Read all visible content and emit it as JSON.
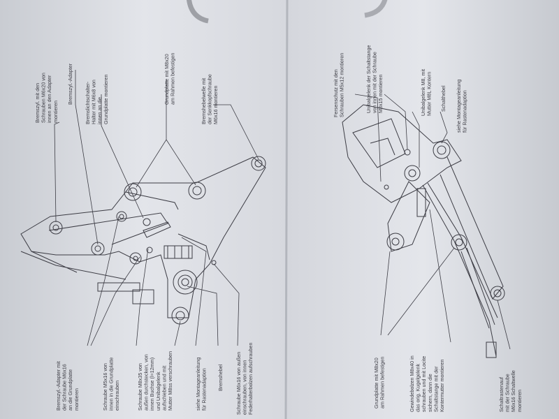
{
  "left_page": {
    "labels": [
      {
        "id": "bremszyl-schrauben",
        "lines": [
          "Bremszyl. mit den",
          "Schrauben M6x20 von",
          "innen an den Adapter",
          "montieren"
        ]
      },
      {
        "id": "bremszyl-adapter",
        "lines": [
          "Bremszyl.-Adapter"
        ]
      },
      {
        "id": "bremslichtschalter",
        "lines": [
          "Bremslichtschalter-",
          "Halter mit M6x8 von",
          "innen an die",
          "Grundplatte montieren"
        ]
      },
      {
        "id": "grundplatte",
        "lines": [
          "Grundplatte mit M8x20",
          "am Rahmen befestigen"
        ]
      },
      {
        "id": "bremshebelwelle",
        "lines": [
          "Bremshebelwelle mit",
          "der Senkkopfschraube",
          "M6x16 montieren"
        ]
      },
      {
        "id": "adapter-schraube",
        "lines": [
          "Bremszyl.-Adapter mit",
          "der Schraube M6x16",
          "an die Grundplatte",
          "montieren"
        ]
      },
      {
        "id": "schraube-m5",
        "lines": [
          "Schraube M5x16 von",
          "innen in die Grundplatte",
          "einschrauben"
        ]
      },
      {
        "id": "schraube-m8",
        "lines": [
          "Schraube M8x35 von",
          "außen durchstecken, von",
          "innen Buchse (l=12mm)",
          "und Unibalgelenk",
          "aufschieben und mit",
          "Mutter M8ss verschrauben"
        ]
      },
      {
        "id": "montageanleitung-l",
        "lines": [
          "siehe Montageanleitung",
          "für Rastenadaption"
        ]
      },
      {
        "id": "bremshebel",
        "lines": [
          "Bremshebel"
        ]
      },
      {
        "id": "schraube-m6",
        "lines": [
          "Schraube M6x16 von außen",
          "einschrauben, von innen",
          "Federhalterbolzen aufschrauben"
        ]
      }
    ]
  },
  "right_page": {
    "labels": [
      {
        "id": "fersenschutz",
        "lines": [
          "Fersenschutz mit den",
          "Schrauben M5x12 montieren"
        ]
      },
      {
        "id": "unibalgelenk-schaltstange",
        "lines": [
          "Unibalgelenk der Schaltstange",
          "von innen mit der Schraube",
          "M8x15 montieren"
        ]
      },
      {
        "id": "unibalgelenk-m8",
        "lines": [
          "Unibalgelenk M8, mit",
          "Mutter M8L Kontern"
        ]
      },
      {
        "id": "schalthebel",
        "lines": [
          "Schalthebel"
        ]
      },
      {
        "id": "montageanleitung-r",
        "lines": [
          "siehe Montageanleitung",
          "für Rastenadaption"
        ]
      },
      {
        "id": "grundplatte-r",
        "lines": [
          "Grundplatte mit M8x20",
          "am Rahmen befestigen"
        ]
      },
      {
        "id": "gewindebolzen",
        "lines": [
          "Gewindebolzen M8x40 in",
          "das orig. Kugelgelenk",
          "schrauben und mit Locite",
          "sichern, dann die",
          "Schaltstange mit der",
          "Kontermutter montieren"
        ]
      },
      {
        "id": "schaltrastenauf",
        "lines": [
          "Schaltrastenauf",
          "mit der Schraube",
          "M6x16 Schaltwelle",
          "montieren"
        ]
      }
    ]
  },
  "colors": {
    "paper": "#e6e8ec",
    "ink": "#3c3c44",
    "background": "#3a3a3a"
  }
}
